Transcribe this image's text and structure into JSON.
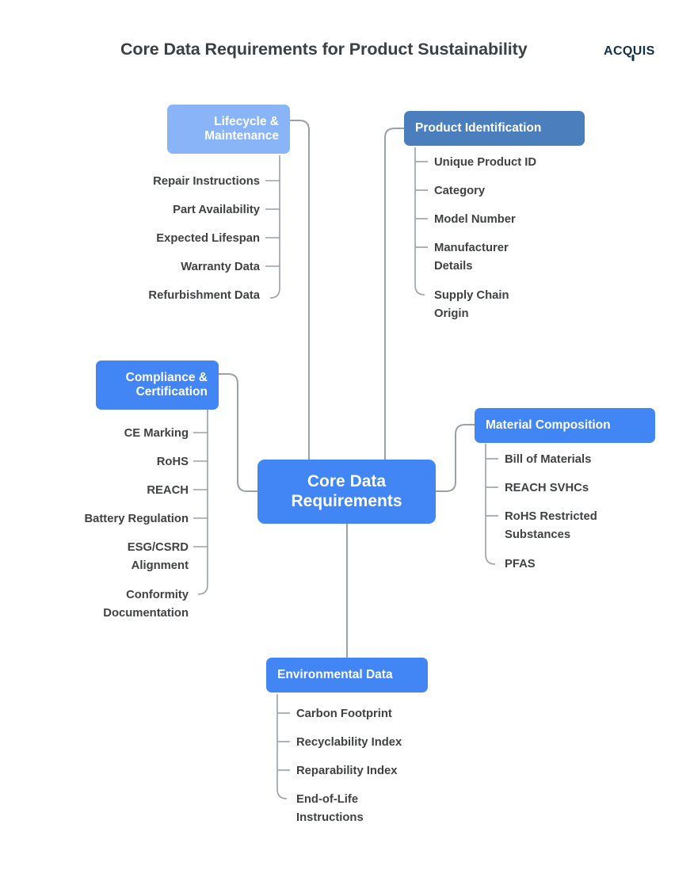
{
  "header": {
    "title": "Core Data Requirements for Product Sustainability",
    "brand": {
      "part1": "ACQ",
      "part2": "UIS",
      "full": "ACQUIS"
    }
  },
  "colors": {
    "center_blue": "#4285f4",
    "branch_blue": "#4285f4",
    "branch_light_blue": "#8ab4f8",
    "branch_steel_blue": "#4a7ebc",
    "leaf_text": "#3f4142",
    "title_text": "#3c4043",
    "connector": "#9aa0a6",
    "brand_navy": "#123047",
    "background": "#ffffff"
  },
  "mindmap": {
    "center": {
      "label": "Core Data Requirements",
      "color": "#4285f4"
    },
    "branches": [
      {
        "id": "lifecycle-maintenance",
        "label": "Lifecycle & Maintenance",
        "color": "#8ab4f8",
        "side": "left",
        "items": [
          "Repair Instructions",
          "Part Availability",
          "Expected Lifespan",
          "Warranty Data",
          "Refurbishment Data"
        ]
      },
      {
        "id": "product-identification",
        "label": "Product Identification",
        "color": "#4a7ebc",
        "side": "right",
        "items": [
          "Unique Product ID",
          "Category",
          "Model Number",
          "Manufacturer Details",
          "Supply Chain Origin"
        ]
      },
      {
        "id": "compliance-certification",
        "label": "Compliance & Certification",
        "color": "#4285f4",
        "side": "left",
        "items": [
          "CE Marking",
          "RoHS",
          "REACH",
          "Battery Regulation",
          "ESG/CSRD Alignment",
          "Conformity Documentation"
        ]
      },
      {
        "id": "material-composition",
        "label": "Material Composition",
        "color": "#4285f4",
        "side": "right",
        "items": [
          "Bill of Materials",
          "REACH SVHCs",
          "RoHS Restricted Substances",
          "PFAS"
        ]
      },
      {
        "id": "environmental-data",
        "label": "Environmental Data",
        "color": "#4285f4",
        "side": "bottom",
        "items": [
          "Carbon Footprint",
          "Recyclability Index",
          "Reparability Index",
          "End-of-Life Instructions"
        ]
      }
    ]
  }
}
